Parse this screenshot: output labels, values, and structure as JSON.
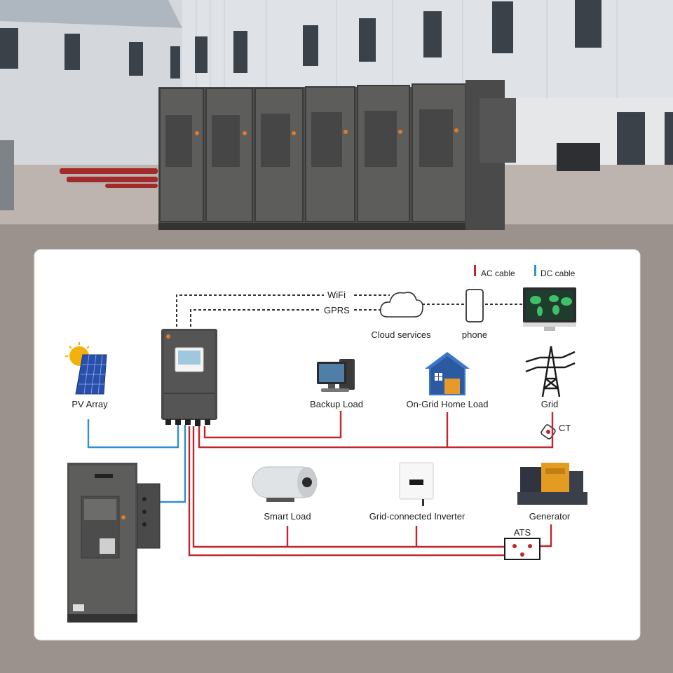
{
  "legend": {
    "ac": {
      "label": "AC cable",
      "color": "#c0262c"
    },
    "dc": {
      "label": "DC cable",
      "color": "#2f8fd1"
    }
  },
  "links": {
    "wifi": "WiFi",
    "gprs": "GPRS"
  },
  "nodes": {
    "cloud": "Cloud services",
    "phone": "phone",
    "pv": "PV Array",
    "backup_load": "Backup Load",
    "home_load": "On-Grid Home Load",
    "grid": "Grid",
    "ct": "CT",
    "smart_load": "Smart Load",
    "grid_inverter": "Grid-connected Inverter",
    "generator": "Generator",
    "ats": "ATS"
  },
  "colors": {
    "ac_cable": "#c0262c",
    "dc_cable": "#2f8fd1",
    "cabinet": "#5c5c5a",
    "accent": "#e07a2a"
  },
  "icons": [
    "cloud-icon",
    "smartphone-icon",
    "monitor-world-map-icon",
    "solar-panel-icon",
    "desktop-computer-icon",
    "house-icon",
    "power-tower-icon",
    "ct-clamp-icon",
    "water-heater-icon",
    "inverter-box-icon",
    "generator-icon",
    "ats-switch-icon"
  ]
}
